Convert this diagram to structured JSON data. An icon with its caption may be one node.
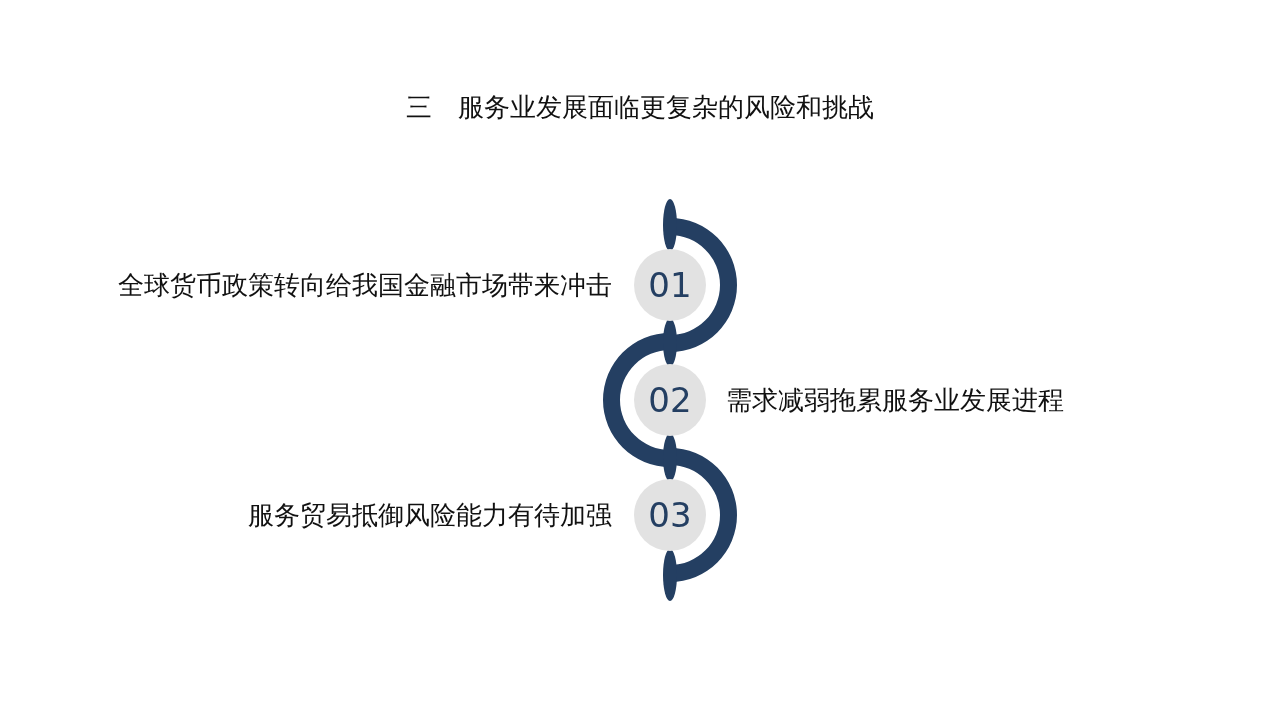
{
  "diagram": {
    "title": "三　服务业发展面临更复杂的风险和挑战",
    "nodes": [
      {
        "text": [
          "01"
        ],
        "beside": [
          "全球货币政策转向给我国金融市场带来冲击"
        ]
      },
      {
        "text": [
          "02"
        ],
        "beside": [
          "需求减弱拖累服务业发展进程"
        ]
      },
      {
        "text": [
          "03"
        ],
        "beside": [
          "服务贸易抵御风险能力有待加强"
        ]
      }
    ]
  }
}
